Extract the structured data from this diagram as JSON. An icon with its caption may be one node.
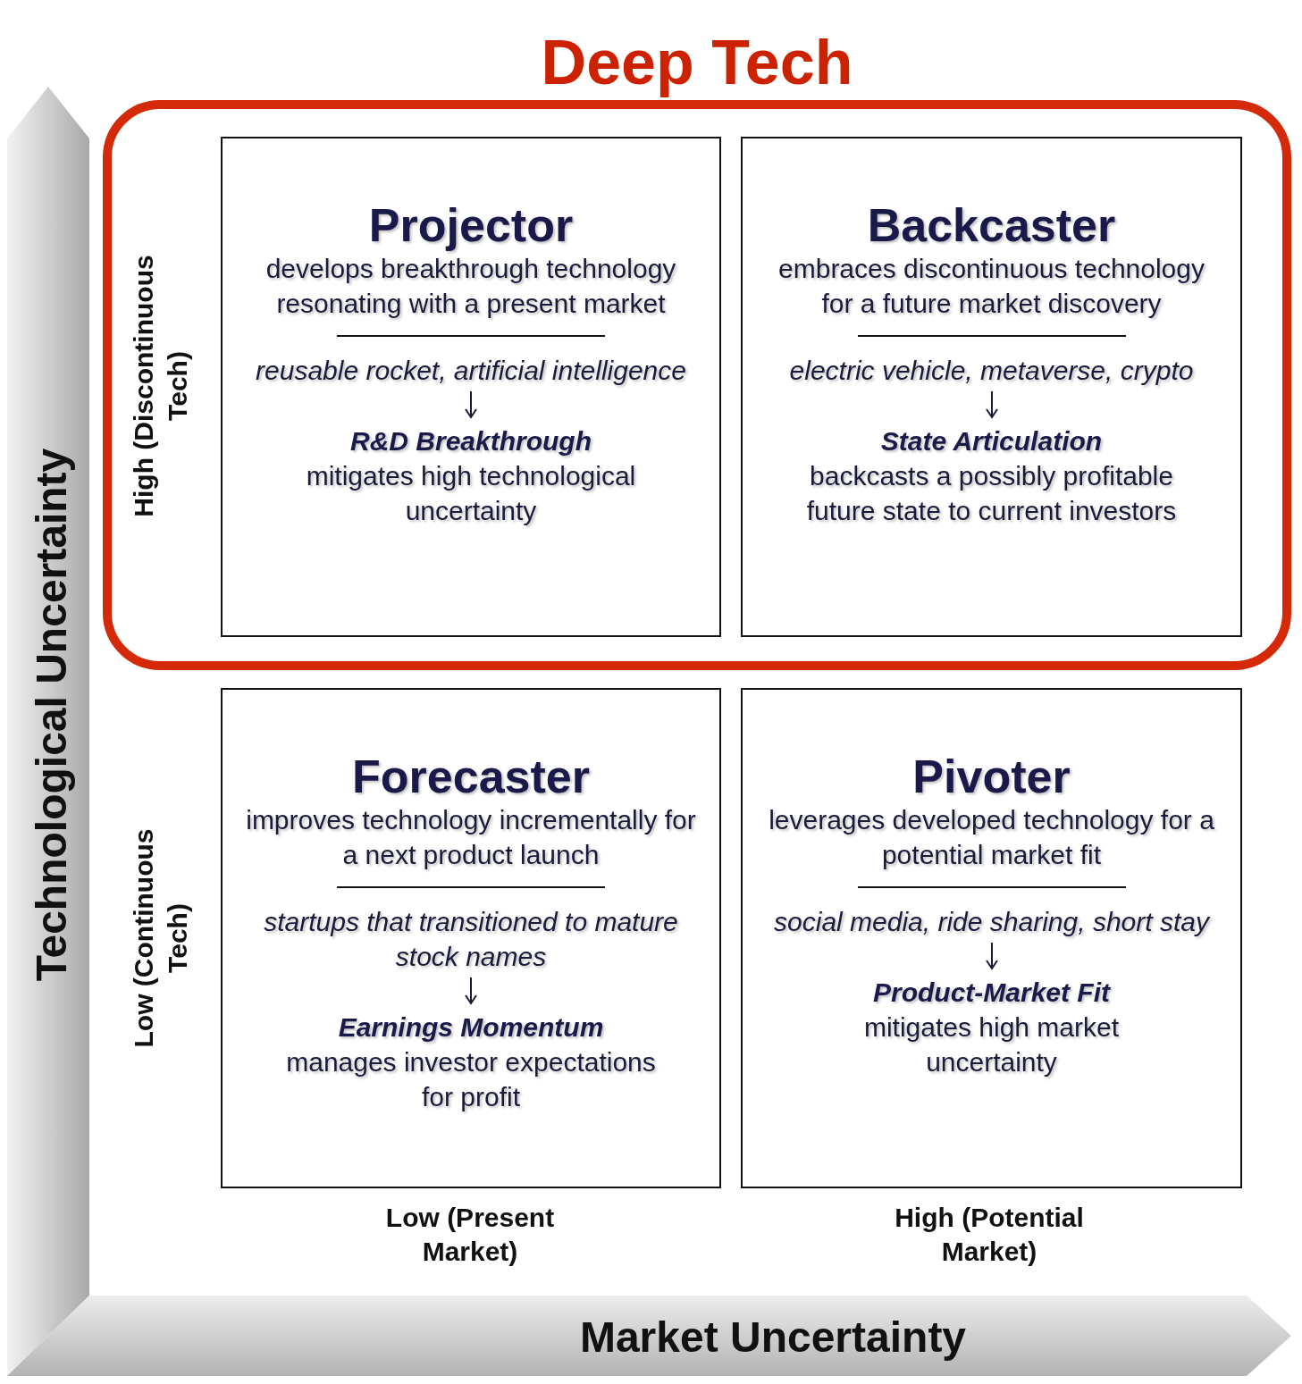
{
  "diagram": {
    "nodes": [
      {
        "text": [
          "Deep Tech"
        ]
      },
      {
        "text": [
          "Projector",
          "develops breakthrough technology resonating with a present market",
          "reusable rocket, artificial intelligence",
          "R&D Breakthrough",
          "mitigates high technological uncertainty"
        ],
        "in": 0
      },
      {
        "text": [
          "Backcaster",
          "embraces discontinuous technology for a future market discovery",
          "electric vehicle, metaverse, crypto",
          "State Articulation",
          "backcasts a possibly profitable future state to current investors"
        ],
        "in": 0
      },
      {
        "text": [
          "Forecaster",
          "improves technology incrementally for a next product launch",
          "startups that transitioned to mature stock names",
          "Earnings Momentum",
          "manages investor expectations for profit"
        ]
      },
      {
        "text": [
          "Pivoter",
          "leverages developed technology for a potential market fit",
          "social media, ride sharing, short stay",
          "Product-Market Fit",
          "mitigates high market uncertainty"
        ]
      }
    ],
    "edges": [],
    "labels": [
      "Technological Uncertainty",
      "High (Discontinuous Tech)",
      "Low (Continuous Tech)",
      "Low (Present Market)",
      "High (Potential Market)",
      "Market Uncertainty"
    ]
  }
}
